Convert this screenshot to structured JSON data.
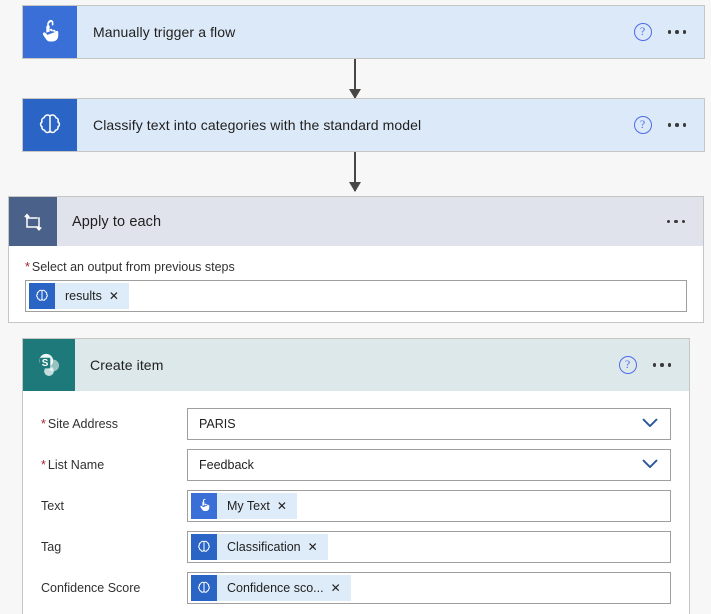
{
  "flow": {
    "trigger": {
      "title": "Manually trigger a flow",
      "icon": "hand-pointer-icon",
      "help_label": "?",
      "menu_label": "More commands"
    },
    "action_classify": {
      "title": "Classify text into categories with the standard model",
      "icon": "ai-builder-brain-icon",
      "help_label": "?",
      "menu_label": "More commands"
    },
    "scope": {
      "title": "Apply to each",
      "icon": "loop-repeat-icon",
      "menu_label": "More commands",
      "output_field": {
        "label": "Select an output from previous steps",
        "required": true,
        "token": {
          "label": "results",
          "icon": "ai-builder-brain-icon",
          "remove_label": "✕"
        }
      },
      "nested_action": {
        "title": "Create item",
        "icon": "sharepoint-icon",
        "help_label": "?",
        "menu_label": "More commands",
        "fields": [
          {
            "name": "site-address",
            "label": "Site Address",
            "required": true,
            "type": "select",
            "value": "PARIS"
          },
          {
            "name": "list-name",
            "label": "List Name",
            "required": true,
            "type": "select",
            "value": "Feedback"
          },
          {
            "name": "text",
            "label": "Text",
            "required": false,
            "type": "token",
            "token": {
              "label": "My Text",
              "icon": "hand-pointer-icon",
              "remove_label": "✕"
            }
          },
          {
            "name": "tag",
            "label": "Tag",
            "required": false,
            "type": "token",
            "token": {
              "label": "Classification",
              "icon": "ai-builder-brain-icon",
              "remove_label": "✕"
            }
          },
          {
            "name": "confidence-score",
            "label": "Confidence Score",
            "required": false,
            "type": "token",
            "token": {
              "label": "Confidence sco...",
              "icon": "ai-builder-brain-icon",
              "remove_label": "✕"
            }
          }
        ]
      }
    }
  },
  "colors": {
    "page_background": "#f7f7f7",
    "card_background": "#dbe9f8",
    "trigger_icon": "#3a6fd8",
    "ai_icon": "#2a64c4",
    "scope_icon": "#4a6189",
    "scope_header": "#e1e3ec",
    "sharepoint_icon": "#1e7a7a",
    "sharepoint_header": "#dce8ea",
    "required_star": "#a4262c",
    "accent_link": "#4f6bed",
    "token_chip": "#deecf9",
    "connector": "#484644"
  }
}
